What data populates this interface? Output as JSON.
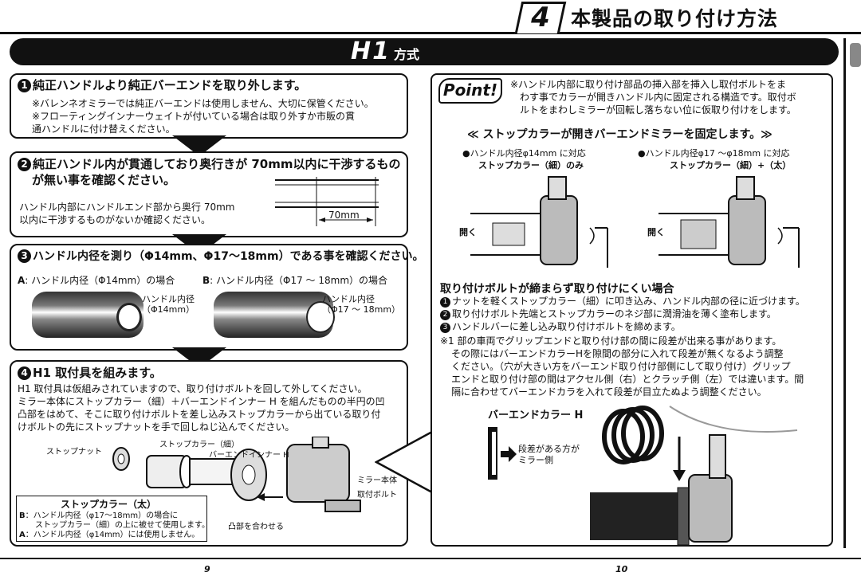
{
  "header": {
    "chapter_number": "4",
    "chapter_title": "本製品の取り付け方法",
    "section_title": "H1",
    "section_suffix": "方式"
  },
  "step1": {
    "number": "1",
    "title": "純正ハンドルより純正バーエンドを取り外します。",
    "notes": [
      "※バレンネオミラーでは純正バーエンドは使用しません、大切に保管ください。",
      "※フローティングインナーウェイトが付いている場合は取り外すか市販の貫",
      "通ハンドルに付け替えください。"
    ]
  },
  "step2": {
    "number": "2",
    "title_line1": "純正ハンドル内が貫通しており奥行きが 70mm以内に干渉するもの",
    "title_line2": "が無い事を確認ください。",
    "body_line1": "ハンドル内部にハンドルエンド部から奥行 70mm",
    "body_line2": "以内に干渉するものがないか確認ください。",
    "dimension": "70mm"
  },
  "step3": {
    "number": "3",
    "title": "ハンドル内径を測り（Φ14mm、Φ17〜18mm）である事を確認ください。",
    "case_a_letter": "A",
    "case_a": ": ハンドル内径（Φ14mm）の場合",
    "case_b_letter": "B",
    "case_b": ": ハンドル内径（Φ17 〜 18mm）の場合",
    "label_a_1": "ハンドル内径",
    "label_a_2": "（Φ14mm）",
    "label_b_1": "ハンドル内径",
    "label_b_2": "（Φ17 〜 18mm）"
  },
  "step4": {
    "number": "4",
    "title": "H1 取付具を組みます。",
    "body": [
      "H1 取付具は仮組みされていますので、取り付けボルトを回して外してください。",
      "ミラー本体にストップカラー（細）＋バーエンドインナー H を組んだものの半円の凹",
      "凸部をはめて、そこに取り付けボルトを差し込みストップカラーから出ている取り付",
      "けボルトの先にストップナットを手で回しねじ込んでください。"
    ],
    "labels": {
      "stop_nut": "ストップナット",
      "stop_collar_thin": "ストップカラー（細）",
      "bar_end_inner": "バーエンドインナー H",
      "mirror_body": "ミラー本体",
      "mount_bolt": "取付ボルト",
      "align_convex": "凸部を合わせる"
    },
    "thick_box": {
      "title": "ストップカラー（太）",
      "b_letter": "B",
      "line_b1": "：ハンドル内径（φ17〜18mm）の場合に",
      "line_b2": "ストップカラー（細）の上に被せて使用します。",
      "a_letter": "A",
      "line_a": "：ハンドル内径（φ14mm）には使用しません。"
    }
  },
  "point": {
    "logo": "Point!",
    "intro": [
      "※ハンドル内部に取り付け部品の挿入部を挿入し取付ボルトをま",
      "わす事でカラーが開きハンドル内に固定される構造です。取付ボ",
      "ルトをまわしミラーが回転し落ちない位に仮取り付けをします。"
    ],
    "subtitle": "≪ ストップカラーが開きバーエンドミラーを固定します。≫",
    "left_case_1": "●ハンドル内径φ14mm に対応",
    "left_case_2": "ストップカラー（細）のみ",
    "right_case_1": "●ハンドル内径φ17 〜φ18mm に対応",
    "right_case_2": "ストップカラー（細）+（太）",
    "open_label": "開く",
    "hard_title": "取り付けボルトが締まらず取り付けにくい場合",
    "hard_steps": [
      "ナットを軽くストップカラー（細）に叩き込み、ハンドル内部の径に近づけます。",
      "取り付けボルト先端とストップカラーのネジ部に潤滑油を薄く塗布します。",
      "ハンドルバーに差し込み取り付けボルトを締めます。"
    ],
    "note1": [
      "※1 部の車両でグリップエンドと取り付け部の間に段差が出来る事があります。",
      "その際にはバーエンドカラーHを隙間の部分に入れて段差が無くなるよう調整",
      "ください。（穴が大きい方をバーエンド取り付け部側にして取り付け）グリップ",
      "エンドと取り付け部の間はアクセル側（右）とクラッチ側（左）では違います。間",
      "隔に合わせてバーエンドカラを入れて段差が目立たぬよう調整ください。"
    ],
    "collar_title": "バーエンドカラー H",
    "collar_note_1": "段差がある方が",
    "collar_note_2": "ミラー側"
  },
  "pages": {
    "left": "9",
    "right": "10"
  }
}
